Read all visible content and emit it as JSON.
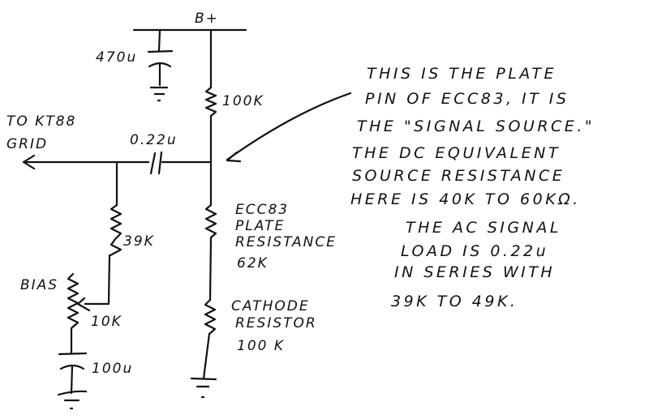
{
  "diagram": {
    "title": "ECC83 plate to KT88 grid coupling network",
    "supply_label": "B+",
    "output_label_line1": "TO KT88",
    "output_label_line2": "GRID",
    "components": {
      "supply_bypass_cap": "470u",
      "plate_load_resistor": "100K",
      "coupling_cap": "0.22u",
      "grid_resistor": "39K",
      "bias_pot_label": "BIAS",
      "bias_pot_value": "10K",
      "bias_cap": "100u",
      "tube_plate_resistance_line1": "ECC83",
      "tube_plate_resistance_line2": "PLATE",
      "tube_plate_resistance_line3": "RESISTANCE",
      "tube_plate_resistance_value": "62K",
      "cathode_resistor_line1": "CATHODE",
      "cathode_resistor_line2": "RESISTOR",
      "cathode_resistor_value": "100 K"
    },
    "annotation_lines": [
      "THIS IS THE PLATE",
      "PIN OF ECC83, IT IS",
      "THE \"SIGNAL SOURCE.\"",
      "THE DC EQUIVALENT",
      "SOURCE RESISTANCE",
      "HERE IS 40K TO 60KΩ.",
      "THE AC SIGNAL",
      "LOAD IS 0.22u",
      "IN SERIES WITH",
      "39K TO 49K."
    ]
  }
}
